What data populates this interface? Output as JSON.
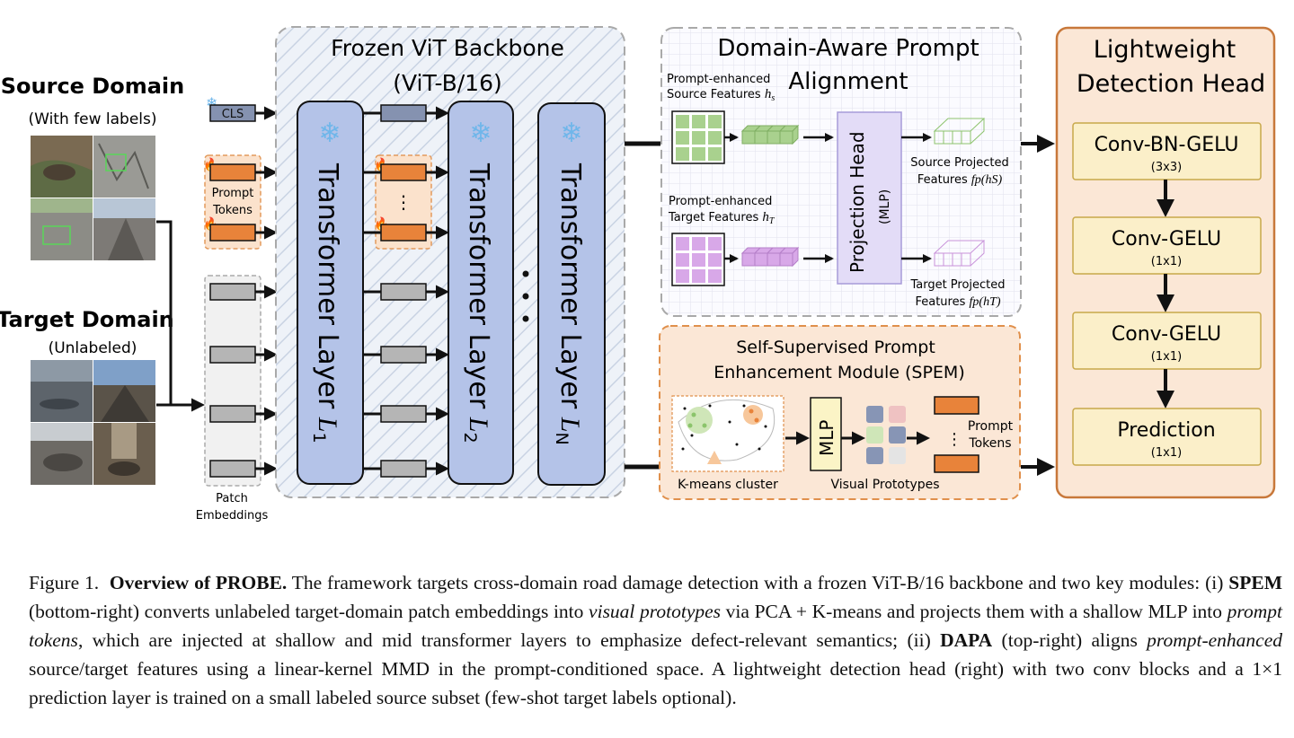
{
  "source": {
    "title": "Source Domain",
    "subtitle": "(With few labels)"
  },
  "target": {
    "title": "Target Domain",
    "subtitle": "(Unlabeled)"
  },
  "tokens": {
    "cls": "CLS",
    "prompt_label_1": "Prompt",
    "prompt_label_2": "Tokens",
    "patch_label_1": "Patch",
    "patch_label_2": "Embeddings"
  },
  "backbone": {
    "title_1": "Frozen ViT Backbone",
    "title_2": "(ViT-B/16)",
    "layers": [
      {
        "label": "Transformer Layer",
        "sub": "1"
      },
      {
        "label": "Transformer Layer",
        "sub": "2"
      },
      {
        "label": "Transformer Layer",
        "sub": "N"
      }
    ]
  },
  "dapa": {
    "title_1": "Domain-Aware Prompt",
    "title_2": "Alignment",
    "src_feat_1": "Prompt-enhanced",
    "src_feat_2": "Source Features",
    "src_feat_sym": "h",
    "src_feat_sub": "s",
    "tgt_feat_1": "Prompt-enhanced",
    "tgt_feat_2": "Target Features",
    "tgt_feat_sym": "h",
    "tgt_feat_sub": "T",
    "proj_head": "Projection Head",
    "proj_mlp": "(MLP)",
    "src_proj_1": "Source Projected",
    "src_proj_2": "Features",
    "src_proj_expr": "fp(hS)",
    "tgt_proj_1": "Target Projected",
    "tgt_proj_2": "Features",
    "tgt_proj_expr": "fp(hT)"
  },
  "spem": {
    "title_1": "Self-Supervised Prompt",
    "title_2": "Enhancement Module (SPEM)",
    "kmeans": "K-means cluster",
    "mlp": "MLP",
    "visual_prototypes": "Visual Prototypes",
    "prompt_1": "Prompt",
    "prompt_2": "Tokens"
  },
  "head": {
    "title_1": "Lightweight",
    "title_2": "Detection Head",
    "blocks": [
      {
        "name": "Conv-BN-GELU",
        "size": "(3x3)"
      },
      {
        "name": "Conv-GELU",
        "size": "(1x1)"
      },
      {
        "name": "Conv-GELU",
        "size": "(1x1)"
      },
      {
        "name": "Prediction",
        "size": "(1x1)"
      }
    ]
  },
  "caption": {
    "fig": "Figure 1.",
    "title": "Overview of PROBE.",
    "t1": " The framework targets cross-domain road damage detection with a frozen ViT-B/16 backbone and two key modules: (i) ",
    "spem": "SPEM",
    "t2": " (bottom-right) converts unlabeled target-domain patch embeddings into ",
    "vp": "visual prototypes",
    "t3": " via PCA + K-means and projects them with a shallow MLP into ",
    "pt": "prompt tokens",
    "t4": ", which are injected at shallow and mid transformer layers to emphasize defect-relevant semantics; (ii) ",
    "dapa": "DAPA",
    "t5": " (top-right) aligns ",
    "pe": "prompt-enhanced",
    "t6": " source/target features using a linear-kernel MMD in the prompt-conditioned space.  A lightweight detection head (right) with two conv blocks and a 1×1 prediction layer is trained on a small labeled source subset (few-shot target labels optional)."
  },
  "colors": {
    "layer_fill": "#b4c3e8",
    "prompt_orange": "#e8833a",
    "head_fill": "#fbefc9",
    "head_border": "#c8783a",
    "spem_fill": "#fbe7d6",
    "src_green": "#a9d18e",
    "tgt_purple": "#d8a8e8",
    "proj_fill": "#e3dcf7"
  }
}
